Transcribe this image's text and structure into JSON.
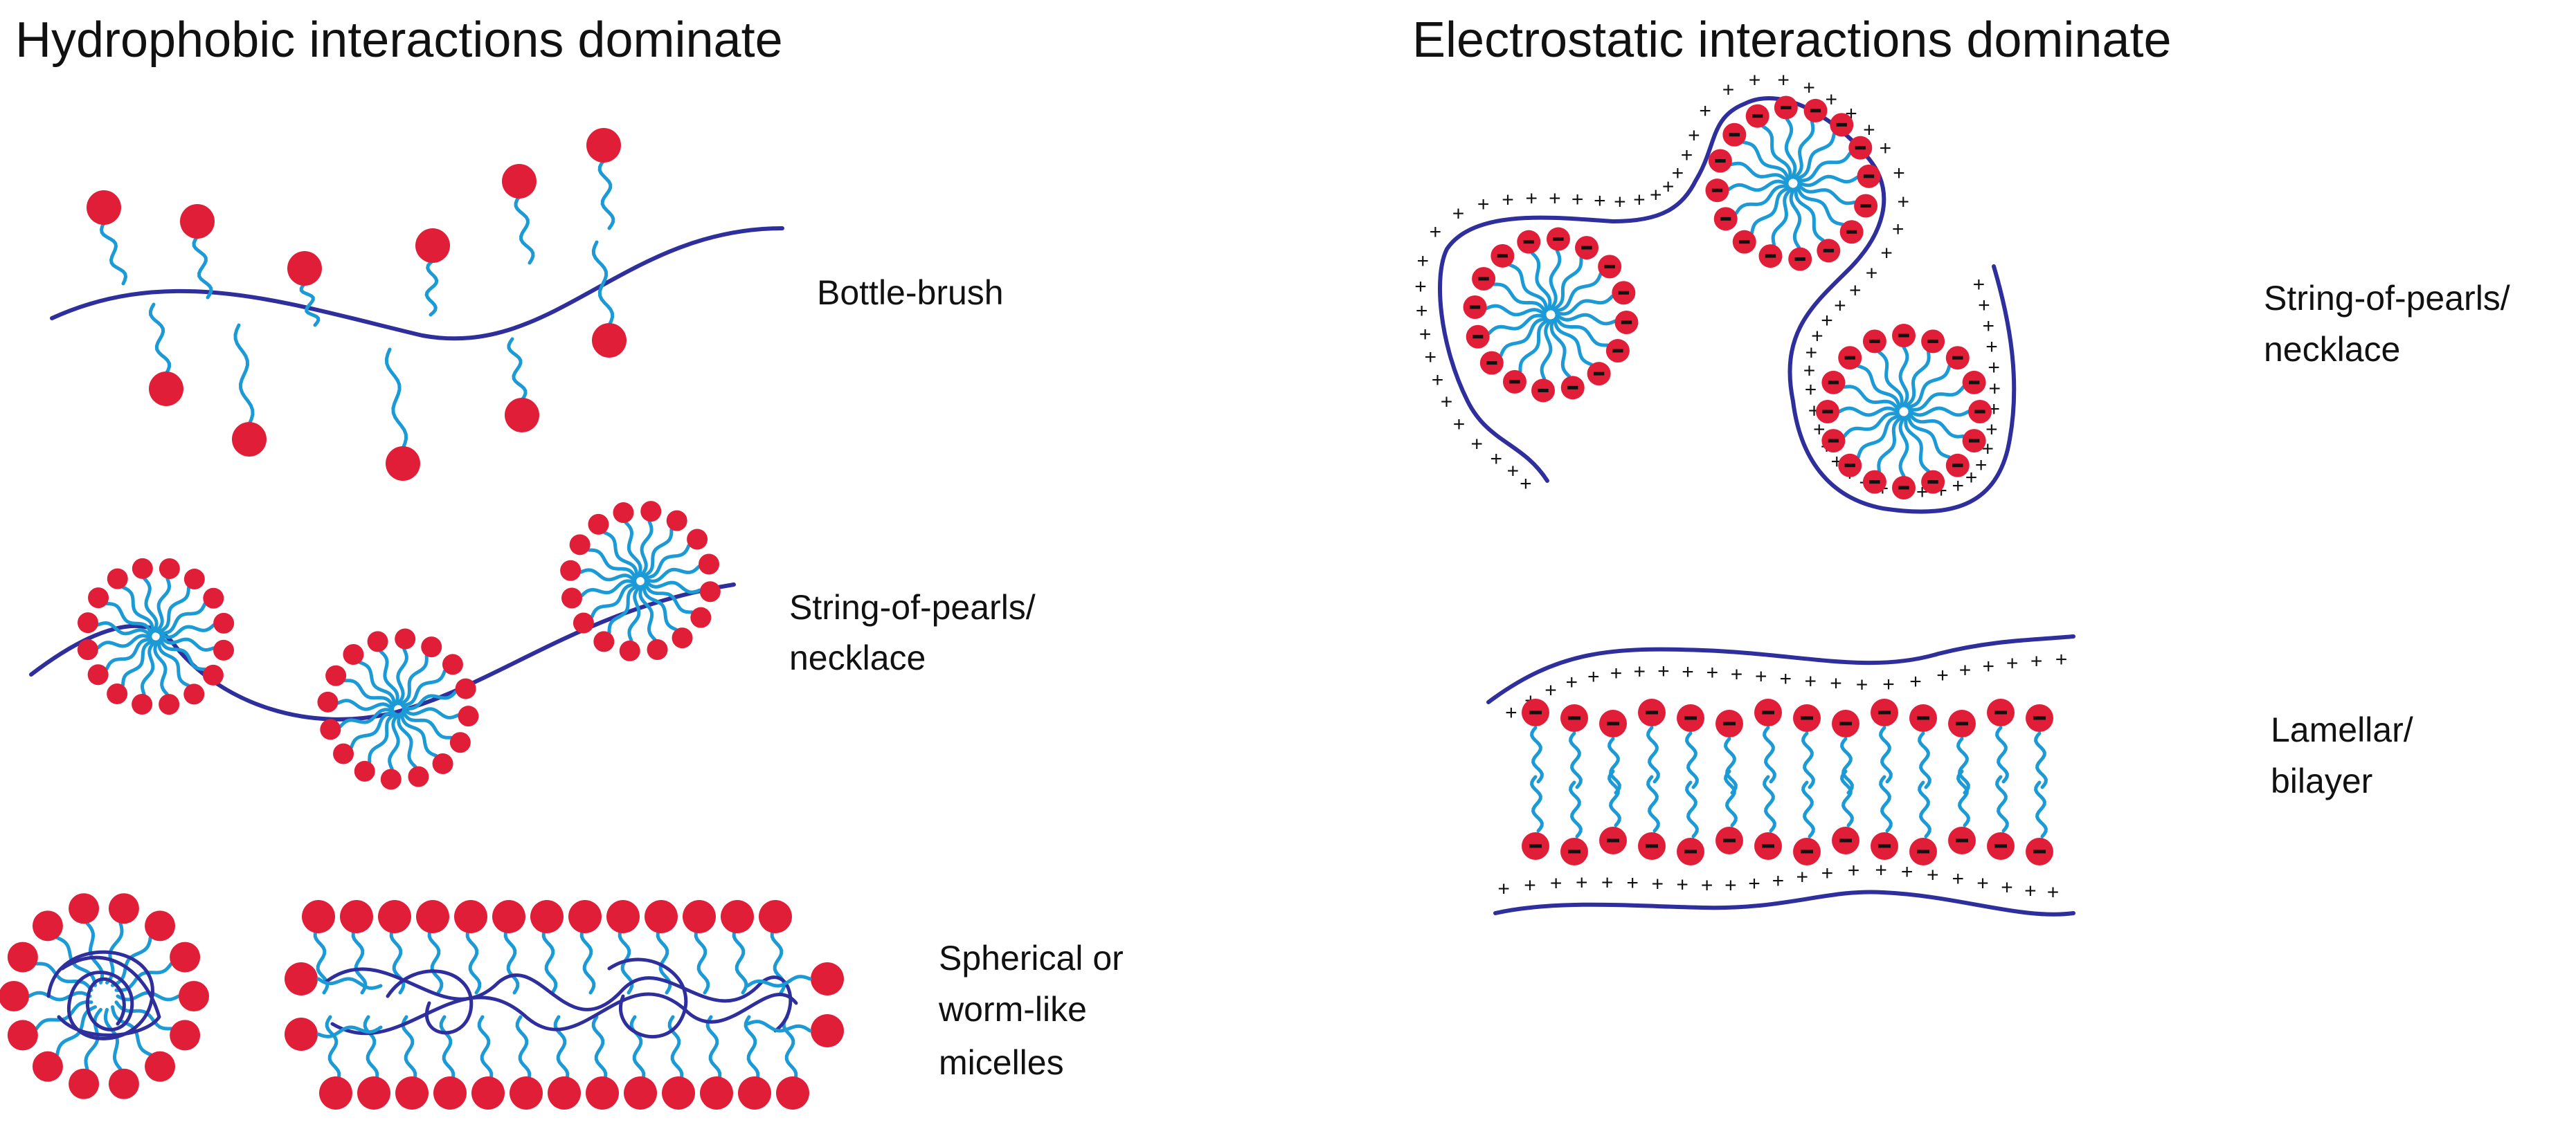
{
  "headings": {
    "hydrophobic": "Hydrophobic interactions dominate",
    "electrostatic": "Electrostatic interactions dominate"
  },
  "labels": {
    "bottle_brush": "Bottle-brush",
    "pearls_left_line1": "String-of-pearls/",
    "pearls_left_line2": "necklace",
    "micelles_line1": "Spherical or",
    "micelles_line2": "worm-like",
    "micelles_line3": "micelles",
    "pearls_right_line1": "String-of-pearls/",
    "pearls_right_line2": "necklace",
    "lamellar_line1": "Lamellar/",
    "lamellar_line2": "bilayer"
  },
  "charges": {
    "positive": "+",
    "negative": "−"
  },
  "colors": {
    "polymer": "#2e2e9c",
    "tail": "#1b9ad6",
    "head": "#e01e38",
    "text": "#111111"
  }
}
